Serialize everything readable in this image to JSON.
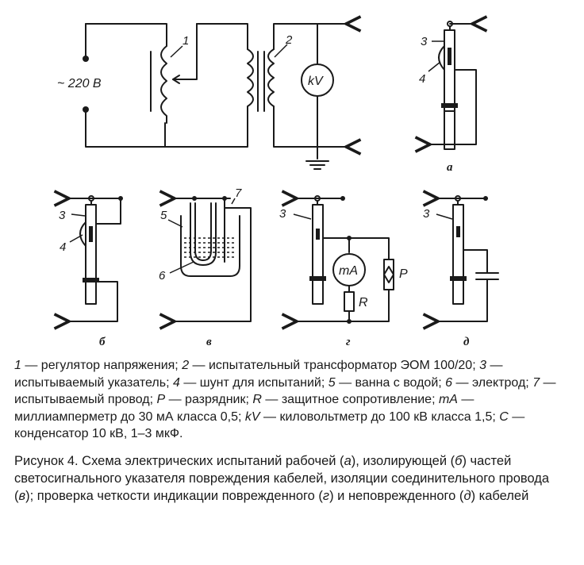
{
  "diagram": {
    "source_label": "~ 220 В",
    "voltmeter": "kV",
    "milliammeter": "mA",
    "resistor": "R",
    "discharger": "P",
    "labels": {
      "n1": "1",
      "n2": "2",
      "a3": "3",
      "a4": "4",
      "b3": "3",
      "b4": "4",
      "v5": "5",
      "v6": "6",
      "v7": "7",
      "g3": "3",
      "d3": "3"
    },
    "subfigures": {
      "a": "а",
      "b": "б",
      "v": "в",
      "g": "г",
      "d": "д"
    }
  },
  "legend": [
    {
      "key": "1",
      "text": " — регулятор напряжения; "
    },
    {
      "key": "2",
      "text": " — испытательный трансформатор ЭОМ 100/20;"
    },
    {
      "key": "3",
      "text": " — испытываемый указатель; "
    },
    {
      "key": "4",
      "text": " — шунт для испытаний; "
    },
    {
      "key": "5",
      "text": " — ванна с водой;"
    },
    {
      "key": "6",
      "text": " — электрод; "
    },
    {
      "key": "7",
      "text": " — испытываемый провод; "
    },
    {
      "key": "P",
      "text": " — разрядник; "
    },
    {
      "key": "R",
      "text": " — защитное сопротивление; "
    },
    {
      "key": "mA",
      "text": " — миллиамперметр до 30 мА класса 0,5; "
    },
    {
      "key": "kV",
      "text": " — киловольтметр до 100 кВ класса 1,5; "
    },
    {
      "key": "C",
      "text": " — конденсатор 10 кВ, 1–3 мкФ."
    }
  ],
  "caption": {
    "p1": "Рисунок 4. Схема электрических испытаний рабочей (",
    "a": "а",
    "p2": "), изолирующей (",
    "b": "б",
    "p3": ") частей светосигнального указателя повреждения кабелей, изоляции соединительного провода (",
    "v": "в",
    "p4": "); проверка четкости индикации поврежденного (",
    "g": "г",
    "p5": ") и неповрежденного (",
    "d": "д",
    "p6": ") кабелей"
  }
}
